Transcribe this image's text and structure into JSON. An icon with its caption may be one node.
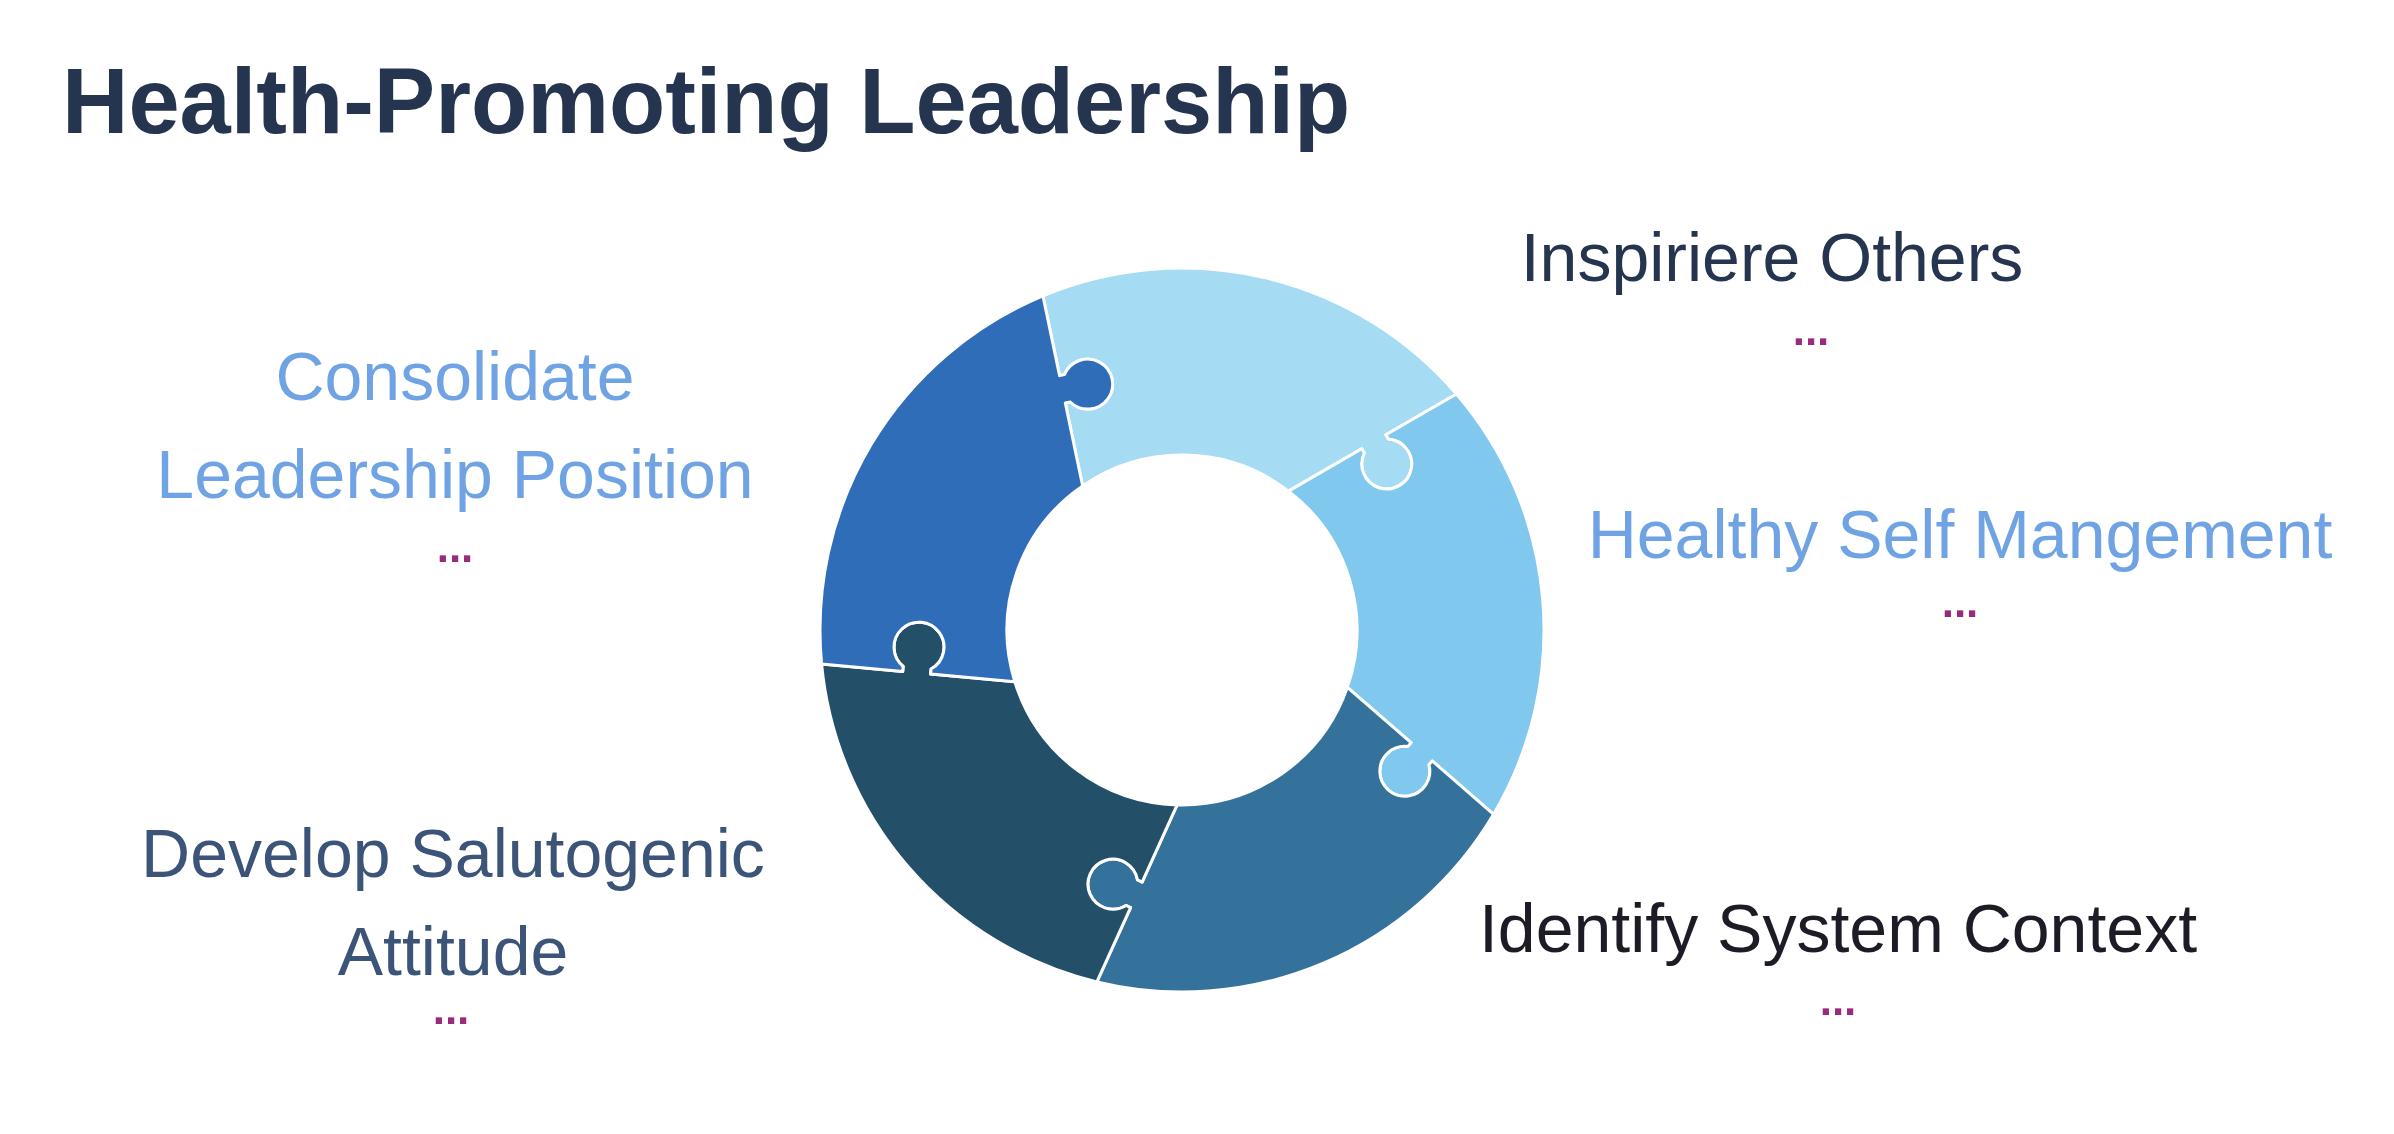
{
  "diagram": {
    "title": "Health-Promoting Leadership",
    "nodes": [
      {
        "text": [],
        "shape": "puzzle",
        "beside": [
          "Inspiriere Others",
          "..."
        ]
      },
      {
        "text": [],
        "shape": "puzzle",
        "beside": [
          "Healthy Self Mangement",
          "..."
        ]
      },
      {
        "text": [],
        "shape": "puzzle",
        "beside": [
          "Identify System Context",
          "..."
        ]
      },
      {
        "text": [],
        "shape": "puzzle",
        "beside": [
          "Develop Salutogenic Attitude",
          "..."
        ]
      },
      {
        "text": [],
        "shape": "puzzle",
        "beside": [
          "Consolidate Leadership Position",
          "..."
        ]
      }
    ]
  }
}
